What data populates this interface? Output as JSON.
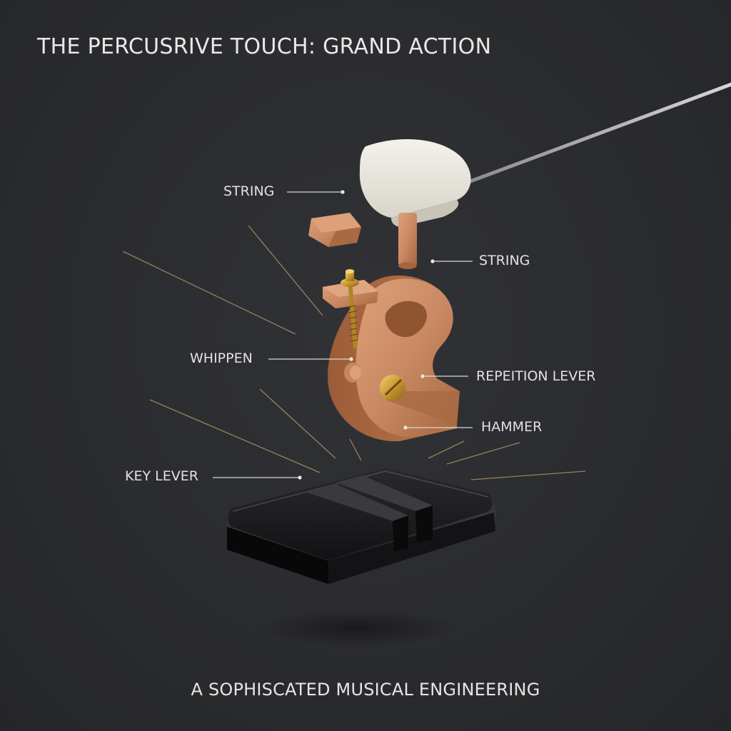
{
  "title": "THE PERCUSRIVE TOUCH: GRAND ACTION",
  "caption": "A SOPHISCATED MUSICAL ENGINEERING",
  "labels": {
    "string_upper": "STRING",
    "string_lower": "STRING",
    "whippen": "WHIPPEN",
    "repetition_lever": "REPEITION LEVER",
    "hammer": "HAMMER",
    "key_lever": "KEY LEVER"
  },
  "colors": {
    "background": "#2b2c2f",
    "text": "#e6e6e2",
    "wood": "#c98a63",
    "felt": "#eeebe3",
    "brass": "#d4a640",
    "key": "#0e0e10",
    "motion_lines": "#b8a06a"
  }
}
